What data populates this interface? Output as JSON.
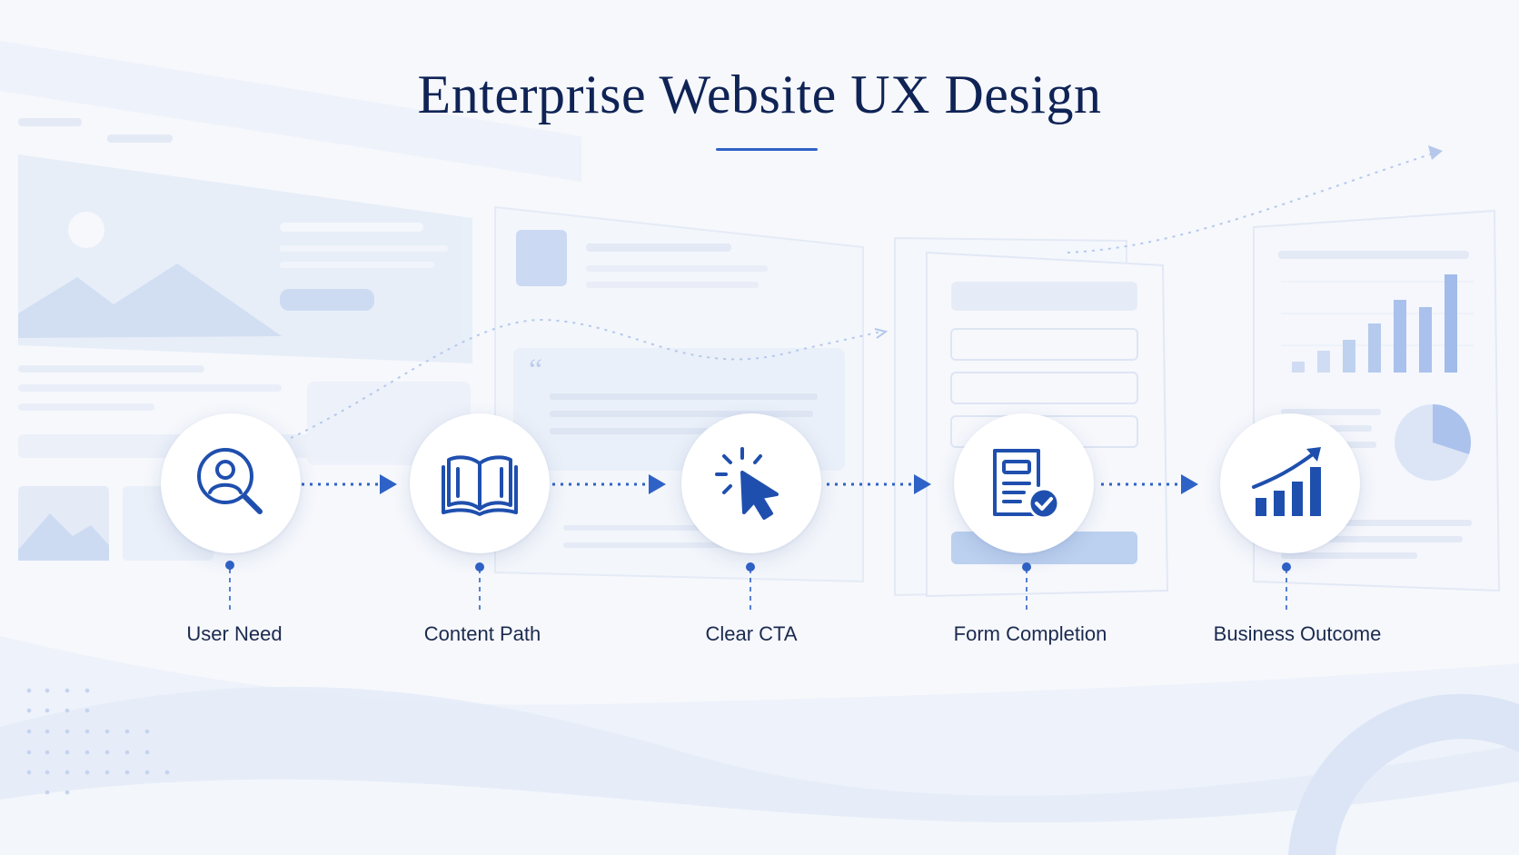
{
  "title": "Enterprise Website UX Design",
  "colors": {
    "accent": "#2f62c7",
    "icon": "#1f4fae",
    "title_text": "#0f2355",
    "label_text": "#1b2a4e",
    "background": "#f6f8fc",
    "wireframe": "#dbe5f6"
  },
  "steps": [
    {
      "label": "User Need",
      "icon": "user-search-icon"
    },
    {
      "label": "Content Path",
      "icon": "open-book-icon"
    },
    {
      "label": "Clear CTA",
      "icon": "cursor-click-icon"
    },
    {
      "label": "Form Completion",
      "icon": "form-check-icon"
    },
    {
      "label": "Business Outcome",
      "icon": "growth-chart-icon"
    }
  ]
}
